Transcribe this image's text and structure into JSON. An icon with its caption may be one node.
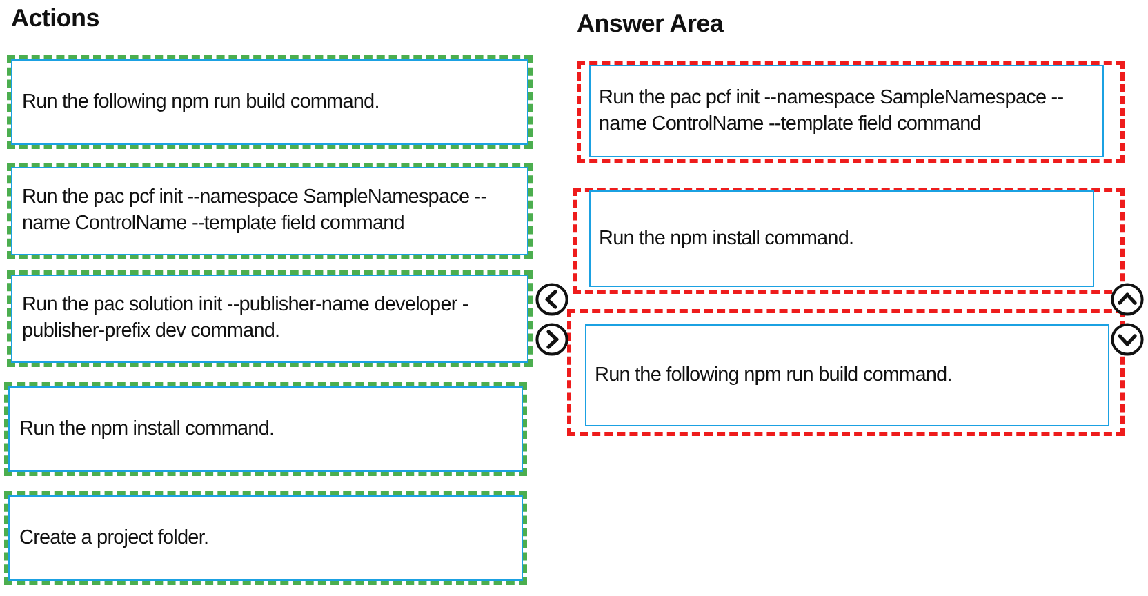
{
  "diagram": {
    "nodes": [
      {
        "text": [
          "Run the following npm run build command."
        ]
      },
      {
        "text": [
          "Run the pac pcf init --namespace SampleNamespace --name ControlName --template field command"
        ]
      },
      {
        "text": [
          "Run the pac solution init --publisher-name developer -publisher-prefix dev command."
        ]
      },
      {
        "text": [
          "Run the npm install command."
        ]
      },
      {
        "text": [
          "Create a project folder."
        ]
      },
      {
        "text": [
          "Run the pac pcf init --namespace SampleNamespace --name ControlName --template field command"
        ]
      },
      {
        "text": [
          "Run the npm install command."
        ]
      },
      {
        "text": [
          "Run the following npm run build command."
        ]
      }
    ],
    "labels": [
      "Actions",
      "Answer Area"
    ]
  }
}
